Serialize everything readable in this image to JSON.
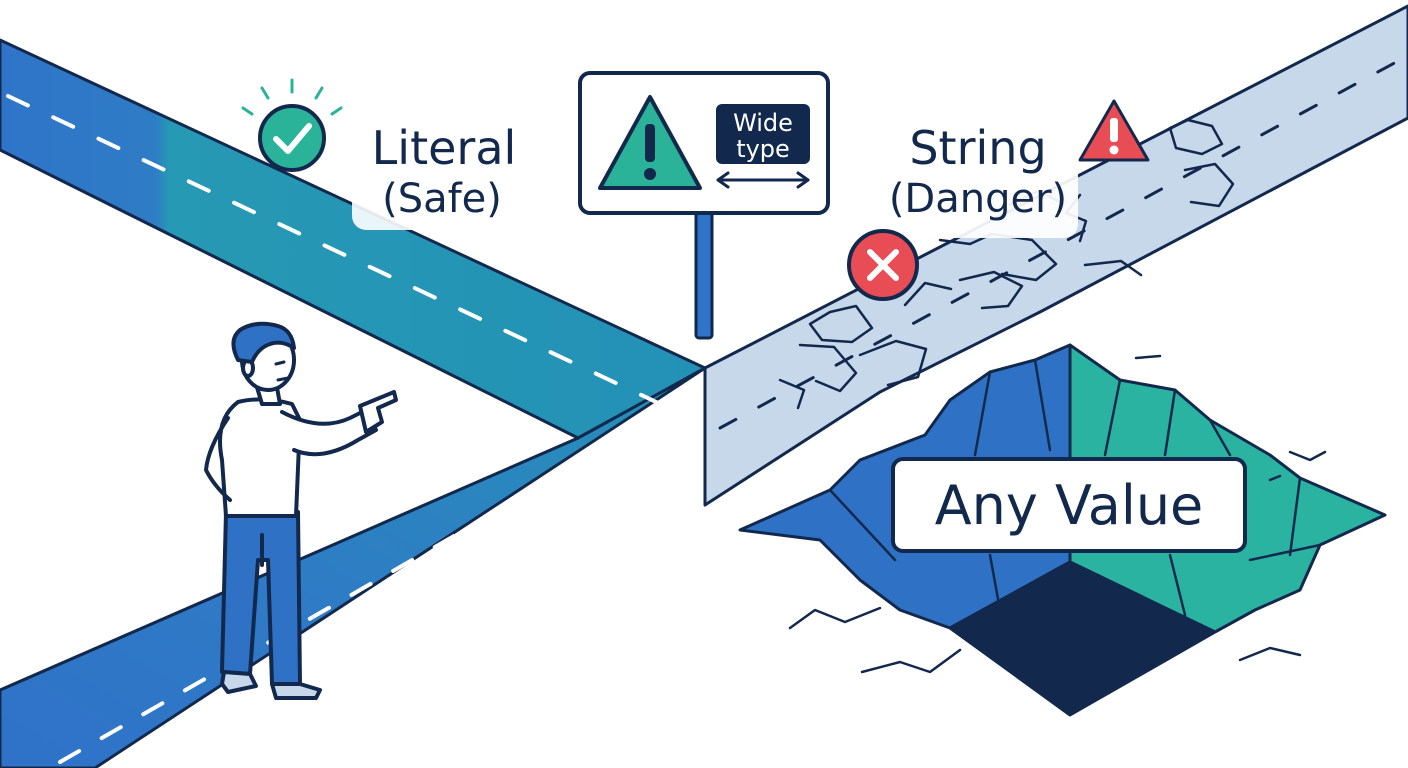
{
  "labels": {
    "safe_path": {
      "line1": "Literal",
      "line2": "(Safe)",
      "status_icon": "check-circle-icon"
    },
    "danger_path": {
      "line1": "String",
      "line2": "(Danger)",
      "warning_icon": "warning-triangle-icon",
      "status_icon": "x-circle-icon"
    },
    "sign": {
      "badge_line1": "Wide",
      "badge_line2": "type",
      "warning_icon": "warning-triangle-icon",
      "arrow_icon": "double-arrow-icon"
    },
    "pit": {
      "label": "Any Value"
    }
  },
  "colors": {
    "outline": "#12294d",
    "safe_road": "#2f74c8",
    "safe_road_teal": "#2696b4",
    "danger_road": "#c7d8ea",
    "check_green": "#2bb39a",
    "warning_red": "#e84c55",
    "pit_blue": "#2f72c5",
    "pit_teal": "#2ab3a0",
    "pit_dark": "#12294d"
  }
}
